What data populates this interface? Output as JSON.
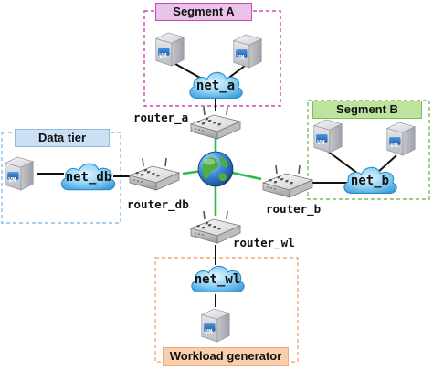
{
  "segments": {
    "a": {
      "label": "Segment A",
      "color": "#cc44bb",
      "fill": "#e9c4e8"
    },
    "b": {
      "label": "Segment B",
      "color": "#7cbf52",
      "fill": "#bde39f"
    },
    "db": {
      "label": "Data tier",
      "color": "#8fbbe3",
      "fill": "#cce0f4"
    },
    "wl": {
      "label": "Workload generator",
      "color": "#f4a77a",
      "fill": "#f8cfae"
    }
  },
  "networks": {
    "a": "net_a",
    "b": "net_b",
    "db": "net_db",
    "wl": "net_wl"
  },
  "routers": {
    "a": "router_a",
    "b": "router_b",
    "db": "router_db",
    "wl": "router_wl"
  },
  "vm_badge": "VM",
  "icons": [
    "vm-icon",
    "cloud-icon",
    "router-icon",
    "globe-icon"
  ],
  "link_colors": {
    "core": "#2db84b",
    "access": "#111111"
  }
}
